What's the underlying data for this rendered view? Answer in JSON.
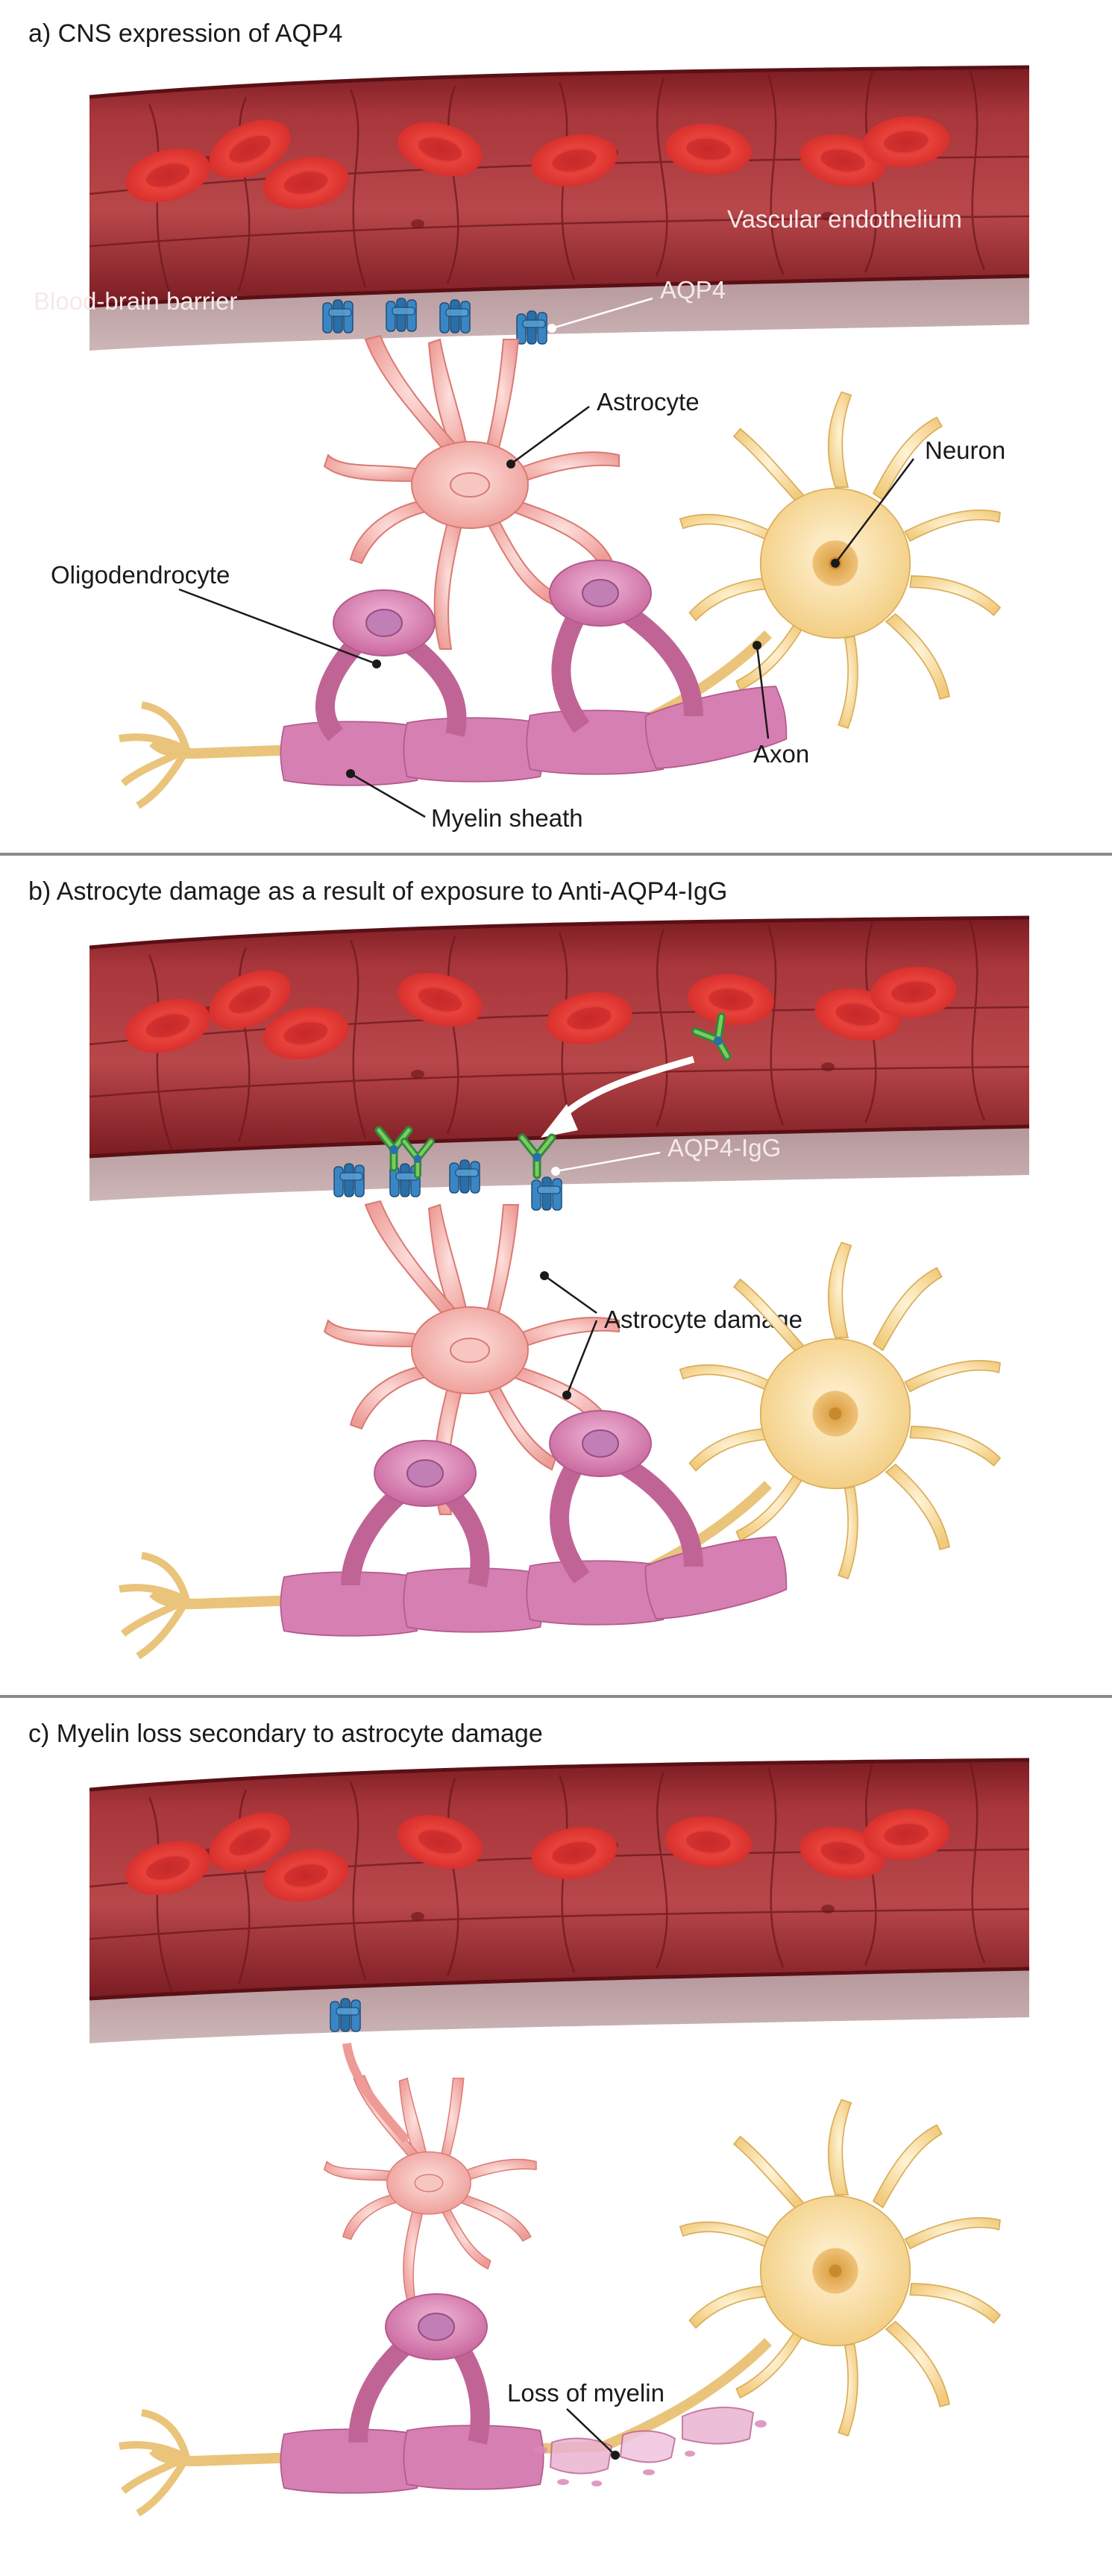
{
  "panels": [
    {
      "title": "a) CNS expression of AQP4",
      "labels": {
        "vascular_endothelium": "Vascular endothelium",
        "blood_brain_barrier": "Blood-brain barrier",
        "aqp4": "AQP4",
        "astrocyte": "Astrocyte",
        "neuron": "Neuron",
        "oligodendrocyte": "Oligodendrocyte",
        "axon": "Axon",
        "myelin_sheath": "Myelin sheath"
      }
    },
    {
      "title": "b) Astrocyte damage as a result of exposure to Anti-AQP4-IgG",
      "labels": {
        "aqp4_igg": "AQP4-IgG",
        "astrocyte_damage": "Astrocyte damage"
      }
    },
    {
      "title": "c) Myelin loss secondary to astrocyte damage",
      "labels": {
        "loss_of_myelin": "Loss of myelin"
      }
    }
  ],
  "colors": {
    "vessel": "#9e2a2f",
    "rbc": "#e23a35",
    "barrier": "#b59398",
    "aqp4": "#2a6fa8",
    "igg": "#3aa04a",
    "astrocyte": "#f2a9a4",
    "oligodendrocyte": "#d47bb0",
    "neuron": "#f3d28c"
  }
}
